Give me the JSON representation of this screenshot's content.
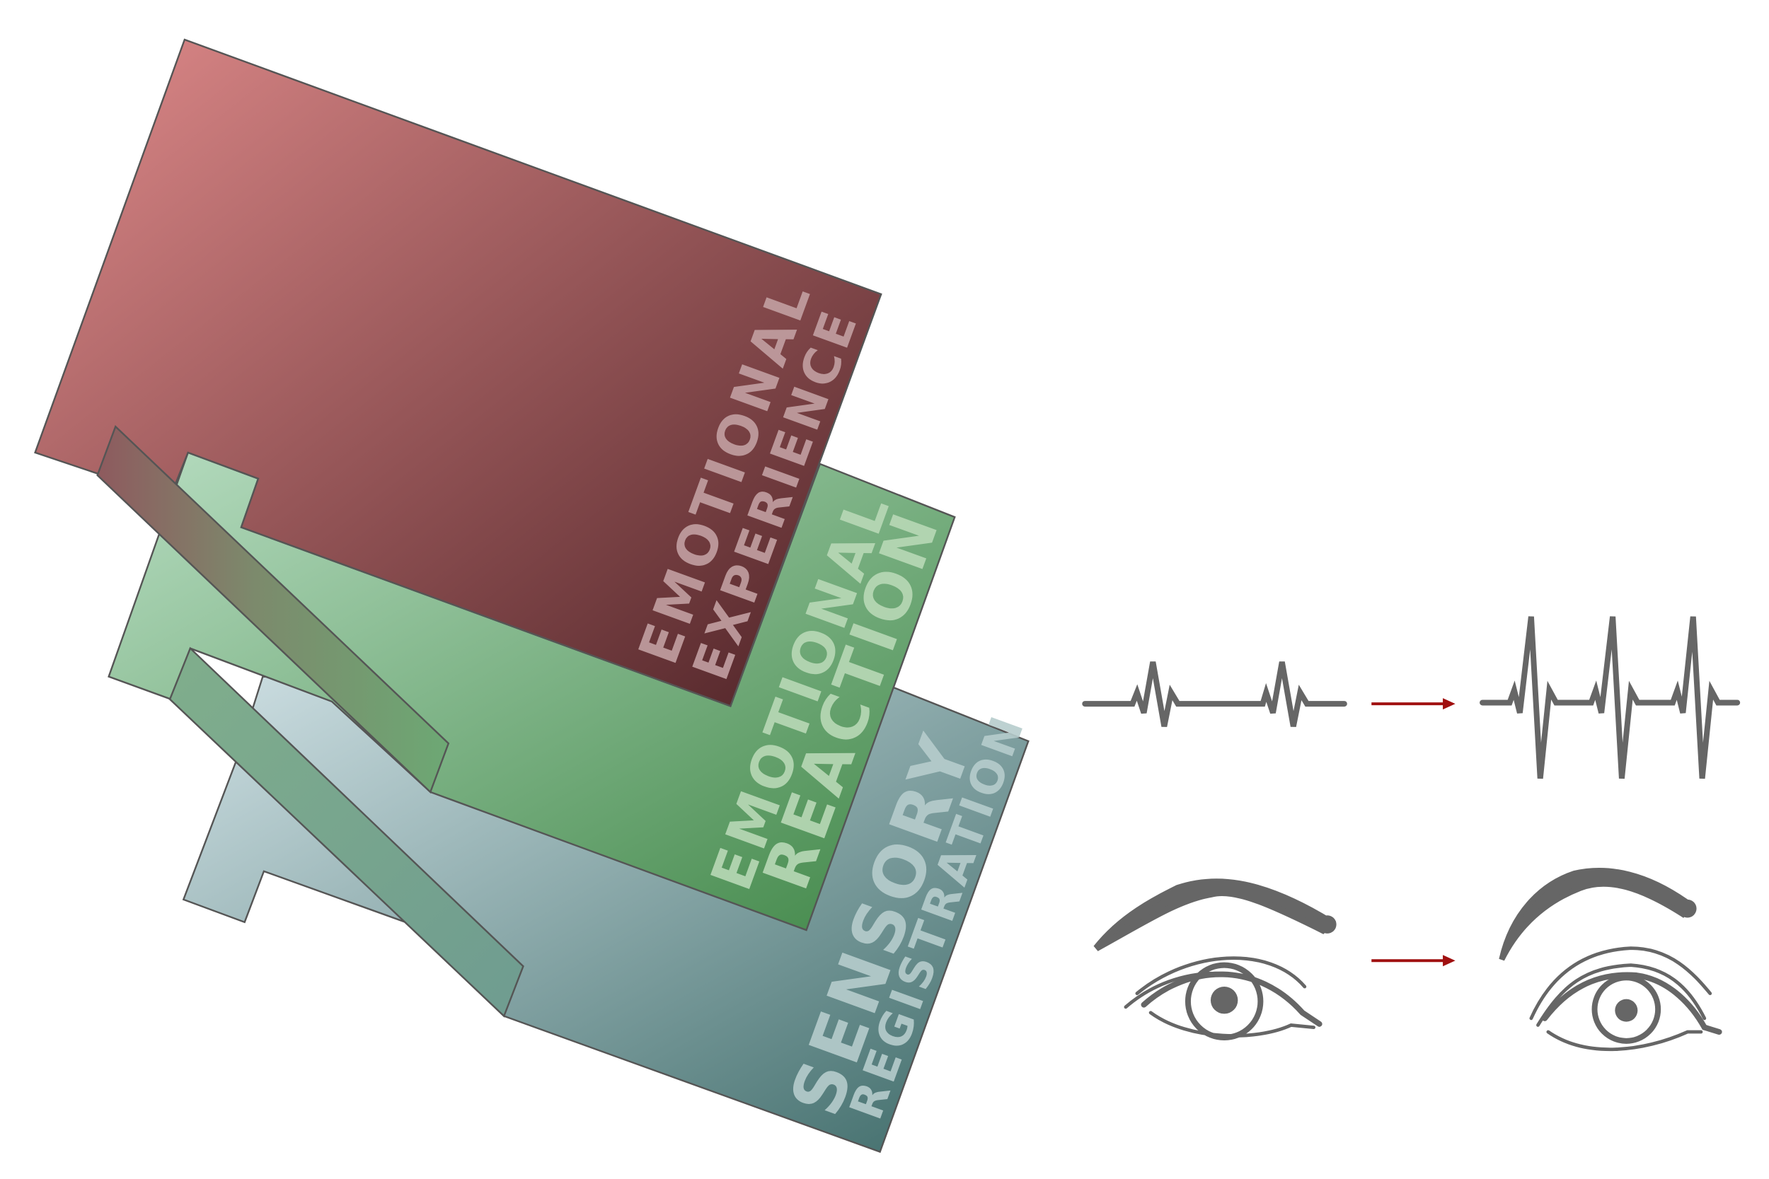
{
  "layers": {
    "experience": {
      "label_line1": "EMOTIONAL",
      "label_line2": "EXPERIENCE",
      "gradient": [
        "#df8a8a",
        "#4d2226"
      ],
      "text_color": "#c2a0a2"
    },
    "reaction": {
      "label_line1": "EMOTIONAL",
      "label_line2": "REACTION",
      "gradient": [
        "#b6dcc0",
        "#418748"
      ],
      "text_color": "#b8d8b6"
    },
    "registration": {
      "label_line1": "SENSORY",
      "label_line2": "REGISTRATION",
      "gradient": [
        "#cfe0e4",
        "#3d6a68"
      ],
      "text_color": "#b6cccc"
    }
  },
  "right_panel": {
    "heartbeat": {
      "before": "calm-heartbeat-waveform",
      "after": "fast-heartbeat-waveform"
    },
    "eyes": {
      "before": "relaxed-eye-icon",
      "after": "widened-eye-icon"
    },
    "arrow_color": "#a01010",
    "stroke_color": "#666666"
  }
}
